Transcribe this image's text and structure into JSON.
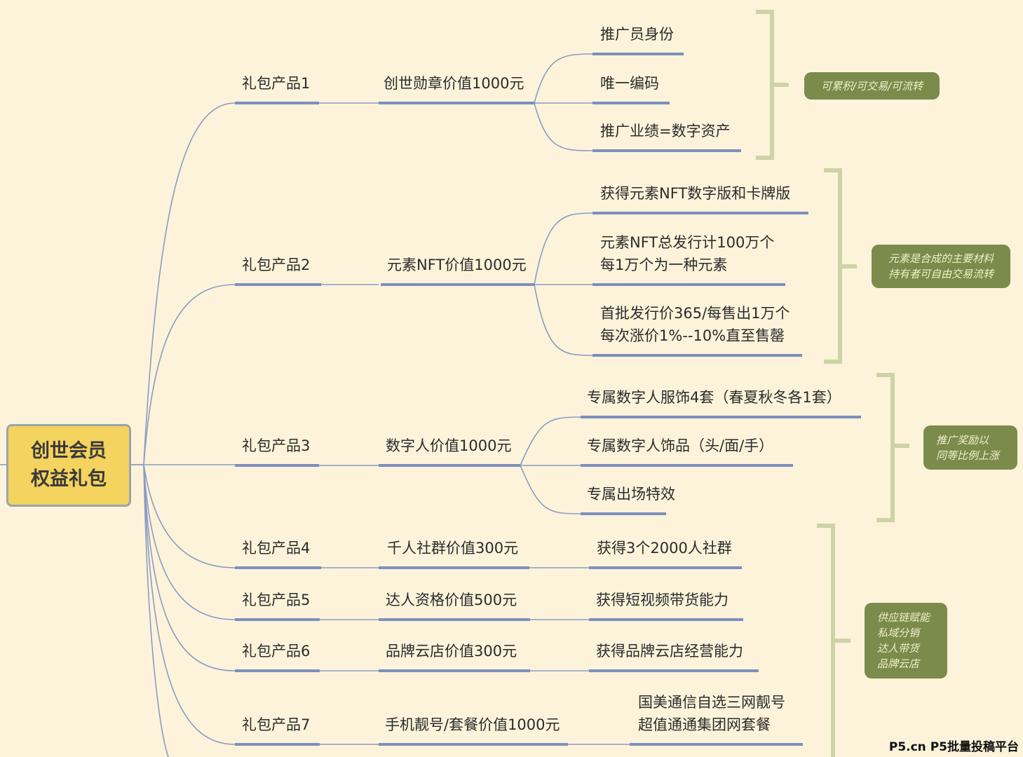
{
  "root": {
    "line1": "创世会员",
    "line2": "权益礼包"
  },
  "branches": [
    {
      "label": "礼包产品1",
      "value": "创世勋章价值1000元",
      "items": [
        "推广员身份",
        "唯一编码",
        "推广业绩=数字资产"
      ],
      "note": [
        "可累积/可交易/可流转"
      ]
    },
    {
      "label": "礼包产品2",
      "value": "元素NFT价值1000元",
      "items": [
        [
          "获得元素NFT数字版和卡牌版"
        ],
        [
          "元素NFT总发行计100万个",
          "每1万个为一种元素"
        ],
        [
          "首批发行价365/每售出1万个",
          "每次涨价1%--10%直至售罄"
        ]
      ],
      "note": [
        "元素是合成的主要材料",
        "持有者可自由交易流转"
      ]
    },
    {
      "label": "礼包产品3",
      "value": "数字人价值1000元",
      "items": [
        "专属数字人服饰4套（春夏秋冬各1套）",
        "专属数字人饰品（头/面/手）",
        "专属出场特效"
      ],
      "note": [
        "推广奖励以",
        "同等比例上涨"
      ]
    },
    {
      "label": "礼包产品4",
      "value": "千人社群价值300元",
      "items": [
        "获得3个2000人社群"
      ]
    },
    {
      "label": "礼包产品5",
      "value": "达人资格价值500元",
      "items": [
        "获得短视频带货能力"
      ]
    },
    {
      "label": "礼包产品6",
      "value": "品牌云店价值300元",
      "items": [
        "获得品牌云店经营能力"
      ]
    },
    {
      "label": "礼包产品7",
      "value": "手机靓号/套餐价值1000元",
      "items": [
        [
          "国美通信自选三网靓号",
          "超值通通集团网套餐"
        ]
      ]
    }
  ],
  "group_note": [
    "供应链赋能",
    "私域分销",
    "达人带货",
    "品牌云店"
  ],
  "watermark": "P5.cn P5批量投稿平台",
  "colors": {
    "background": "#fcf3da",
    "root": "#f4d35e",
    "line": "#8a9cc4",
    "underline": "#7d8fbd",
    "note": "#7b8b4c",
    "bracket": "#cdd3a6"
  }
}
